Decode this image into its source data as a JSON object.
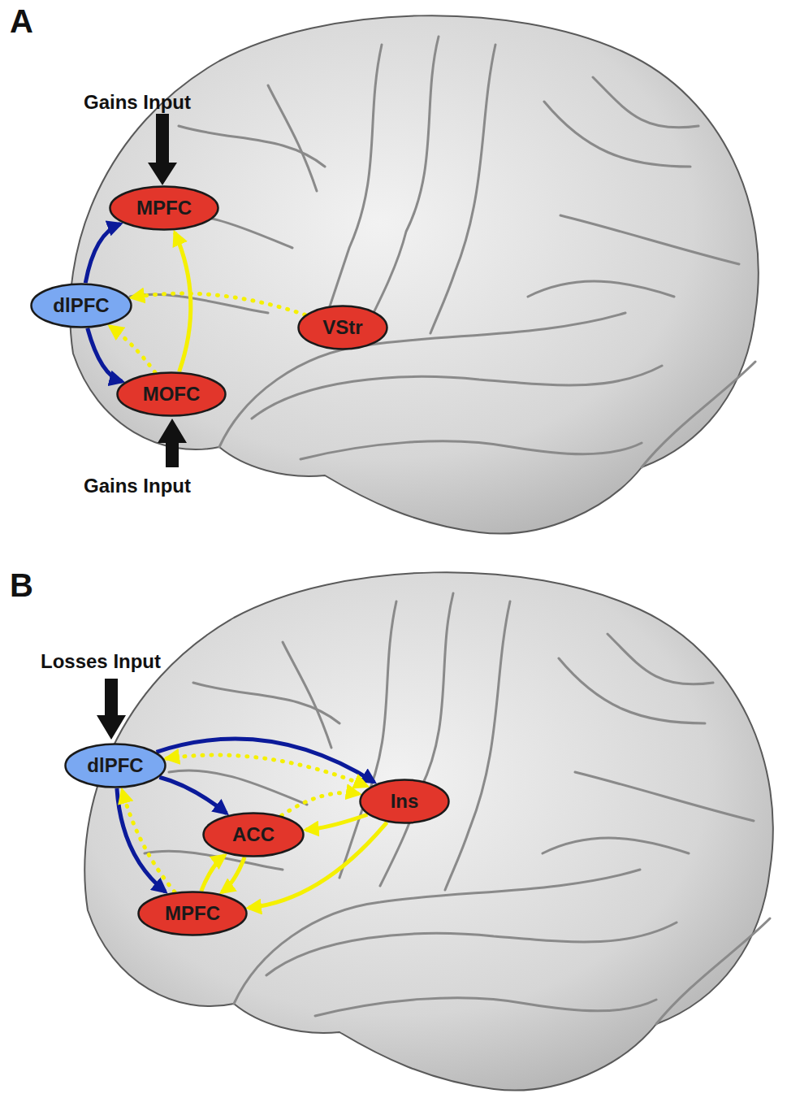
{
  "diagram": {
    "nodes": [
      {
        "text": [
          "MPFC"
        ]
      },
      {
        "text": [
          "dlPFC"
        ]
      },
      {
        "text": [
          "MOFC"
        ]
      },
      {
        "text": [
          "VStr"
        ]
      },
      {
        "text": [
          "dlPFC"
        ]
      },
      {
        "text": [
          "Ins"
        ]
      },
      {
        "text": [
          "ACC"
        ]
      },
      {
        "text": [
          "MPFC"
        ]
      }
    ],
    "edges": [
      {
        "from": 1,
        "to": 0,
        "arrow": "to"
      },
      {
        "from": 1,
        "to": 2,
        "arrow": "to"
      },
      {
        "from": 2,
        "to": 0,
        "arrow": "to"
      },
      {
        "from": 2,
        "to": 1,
        "arrow": "to"
      },
      {
        "from": 3,
        "to": 1,
        "arrow": "to"
      },
      {
        "from": 4,
        "to": 5,
        "arrow": "to"
      },
      {
        "from": 4,
        "to": 6,
        "arrow": "to"
      },
      {
        "from": 4,
        "to": 7,
        "arrow": "to"
      },
      {
        "from": 4,
        "to": 5,
        "arrow": "both"
      },
      {
        "from": 6,
        "to": 5,
        "arrow": "to"
      },
      {
        "from": 5,
        "to": 6,
        "arrow": "to"
      },
      {
        "from": 5,
        "to": 7,
        "arrow": "to"
      },
      {
        "from": 6,
        "to": 7,
        "arrow": "to"
      },
      {
        "from": 7,
        "to": 6,
        "arrow": "to"
      },
      {
        "from": 7,
        "to": 4,
        "arrow": "to"
      }
    ],
    "labels": [
      "A",
      "Gains Input",
      "Gains Input",
      "B",
      "Losses Input"
    ]
  }
}
